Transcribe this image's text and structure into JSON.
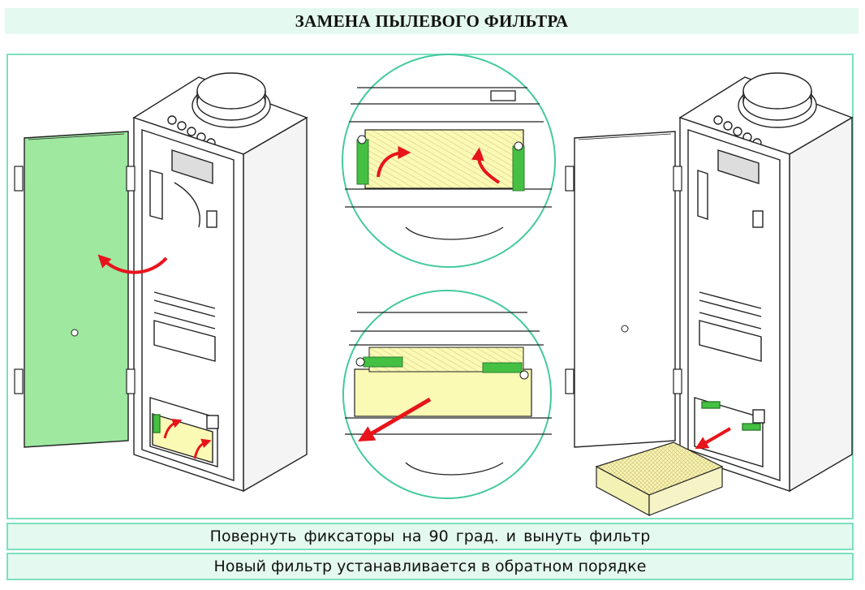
{
  "title": "ЗАМЕНА ПЫЛЕВОГО ФИЛЬТРА",
  "captions": {
    "step": "Повернуть  фиксаторы  на  90 град.  и  вынуть  фильтр",
    "note": "Новый фильтр устанавливается в обратном порядке"
  },
  "colors": {
    "accent_border": "#7de0c0",
    "band_fill": "#e4f9ef",
    "door_green": "#9ee8a0",
    "latch_green": "#44c043",
    "filter_yellow": "#fafab4",
    "arrow_red": "#e8141c"
  },
  "icons": [
    "red-curved-arrow-icon",
    "red-straight-arrow-icon"
  ]
}
